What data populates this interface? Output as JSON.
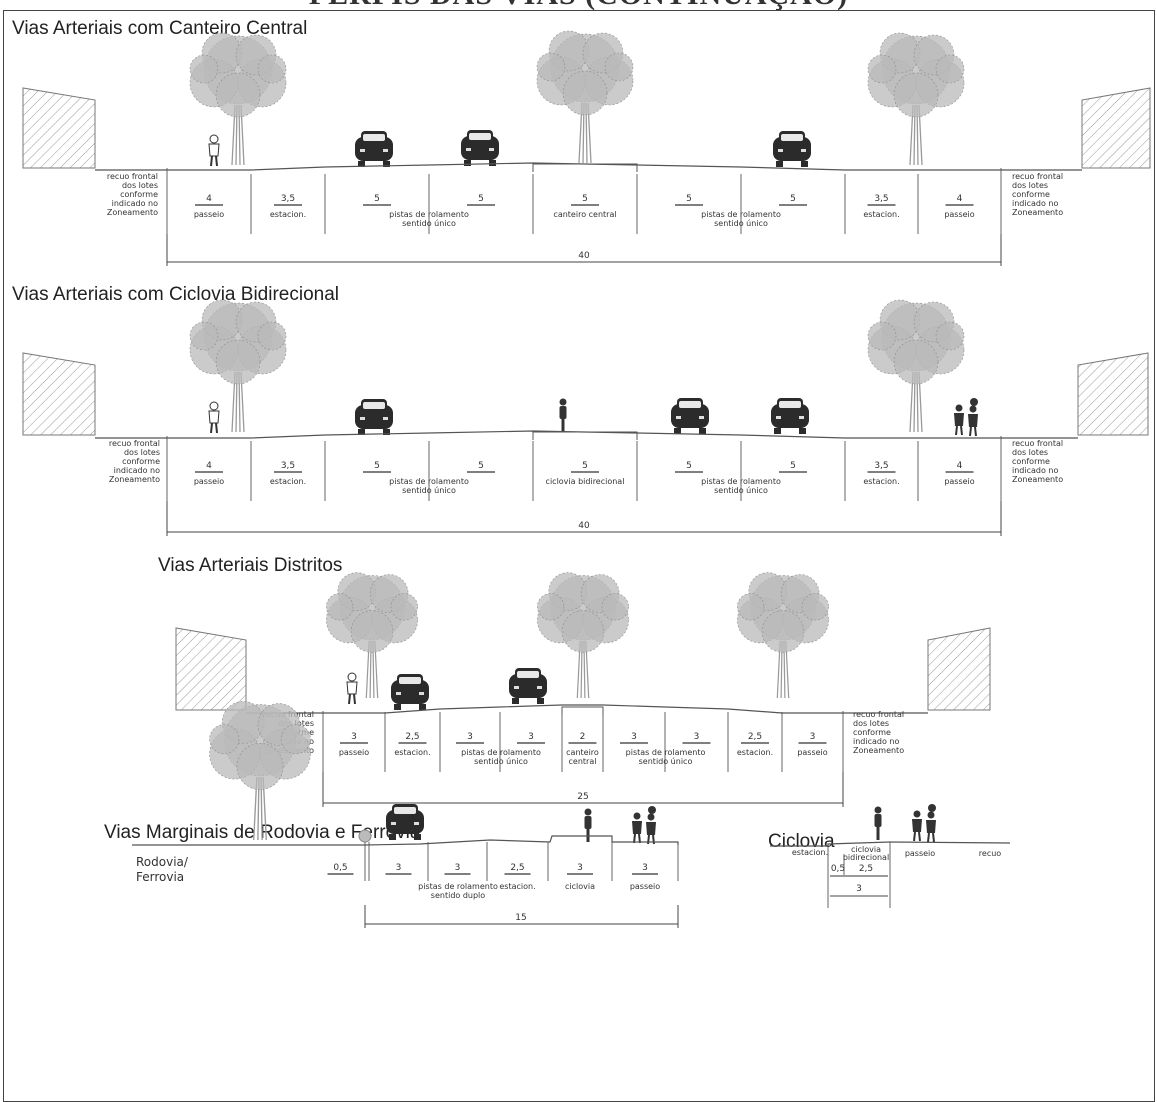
{
  "page": {
    "title": "PERFIS DAS VIAS (CONTINUAÇÃO)"
  },
  "sections": [
    {
      "heading": "Vias Arteriais com Canteiro Central",
      "recuo_left": [
        "recuo frontal",
        "dos lotes",
        "conforme",
        "indicado no",
        "Zoneamento"
      ],
      "recuo_right": [
        "recuo frontal",
        "dos lotes",
        "conforme",
        "indicado no",
        "Zoneamento"
      ],
      "segments": [
        {
          "value": "4",
          "label": [
            "passeio"
          ]
        },
        {
          "value": "3,5",
          "label": [
            "estacion."
          ]
        },
        {
          "value": "5",
          "label": []
        },
        {
          "value": "5",
          "label": []
        },
        {
          "value": "5",
          "label": [
            "canteiro central"
          ]
        },
        {
          "value": "5",
          "label": []
        },
        {
          "value": "5",
          "label": []
        },
        {
          "value": "3,5",
          "label": [
            "estacion."
          ]
        },
        {
          "value": "4",
          "label": [
            "passeio"
          ]
        }
      ],
      "span_labels": [
        {
          "text": [
            "pistas de rolamento",
            "sentido único"
          ]
        },
        {
          "text": [
            "pistas de rolamento",
            "sentido único"
          ]
        }
      ],
      "total": "40",
      "icons": [
        "tree-icon",
        "tree-icon",
        "tree-icon",
        "car-icon",
        "car-icon",
        "car-icon",
        "pedestrian-icon",
        "building-icon",
        "building-icon"
      ]
    },
    {
      "heading": "Vias Arteriais com Ciclovia Bidirecional",
      "recuo_left": [
        "recuo frontal",
        "dos lotes",
        "conforme",
        "indicado no",
        "Zoneamento"
      ],
      "recuo_right": [
        "recuo frontal",
        "dos lotes",
        "conforme",
        "indicado no",
        "Zoneamento"
      ],
      "segments": [
        {
          "value": "4",
          "label": [
            "passeio"
          ]
        },
        {
          "value": "3,5",
          "label": [
            "estacion."
          ]
        },
        {
          "value": "5",
          "label": []
        },
        {
          "value": "5",
          "label": []
        },
        {
          "value": "5",
          "label": [
            "ciclovia bidirecional"
          ]
        },
        {
          "value": "5",
          "label": []
        },
        {
          "value": "5",
          "label": []
        },
        {
          "value": "3,5",
          "label": [
            "estacion."
          ]
        },
        {
          "value": "4",
          "label": [
            "passeio"
          ]
        }
      ],
      "span_labels": [
        {
          "text": [
            "pistas de rolamento",
            "sentido único"
          ]
        },
        {
          "text": [
            "pistas de rolamento",
            "sentido único"
          ]
        }
      ],
      "total": "40",
      "icons": [
        "tree-icon",
        "tree-icon",
        "car-icon",
        "car-icon",
        "car-icon",
        "cyclist-icon",
        "pedestrian-icon",
        "pedestrians-icon",
        "building-icon",
        "building-icon"
      ]
    },
    {
      "heading": "Vias Arteriais Distritos",
      "recuo_left": [
        "recuo frontal",
        "dos lotes",
        "conforme",
        "indicado no",
        "Zoneamento"
      ],
      "recuo_right": [
        "recuo frontal",
        "dos lotes",
        "conforme",
        "indicado no",
        "Zoneamento"
      ],
      "segments": [
        {
          "value": "3",
          "label": [
            "passeio"
          ]
        },
        {
          "value": "2,5",
          "label": [
            "estacion."
          ]
        },
        {
          "value": "3",
          "label": []
        },
        {
          "value": "3",
          "label": []
        },
        {
          "value": "2",
          "label": [
            "canteiro",
            "central"
          ]
        },
        {
          "value": "3",
          "label": []
        },
        {
          "value": "3",
          "label": []
        },
        {
          "value": "2,5",
          "label": [
            "estacion."
          ]
        },
        {
          "value": "3",
          "label": [
            "passeio"
          ]
        }
      ],
      "span_labels": [
        {
          "text": [
            "pistas de rolamento",
            "sentido único"
          ]
        },
        {
          "text": [
            "pistas de rolamento",
            "sentido único"
          ]
        }
      ],
      "total": "25",
      "icons": [
        "tree-icon",
        "tree-icon",
        "tree-icon",
        "car-icon",
        "car-icon",
        "pedestrian-icon",
        "building-icon",
        "building-icon"
      ]
    },
    {
      "heading": "Vias Marginais de Rodovia e Ferrovia",
      "side_label": [
        "Rodovia/",
        "Ferrovia"
      ],
      "segments": [
        {
          "value": "0,5",
          "label": []
        },
        {
          "value": "3",
          "label": []
        },
        {
          "value": "3",
          "label": []
        },
        {
          "value": "2,5",
          "label": [
            "estacion."
          ]
        },
        {
          "value": "3",
          "label": [
            "ciclovia"
          ]
        },
        {
          "value": "3",
          "label": [
            "passeio"
          ]
        }
      ],
      "span_labels": [
        {
          "text": [
            "pistas de rolamento",
            "sentido duplo"
          ]
        }
      ],
      "total": "15",
      "icons": [
        "tree-icon",
        "bush-icon",
        "car-icon",
        "cyclist-icon",
        "pedestrians-icon"
      ]
    },
    {
      "heading": "Ciclovia",
      "labels": {
        "estacion": "estacion.",
        "ciclovia": [
          "ciclovia",
          "bidirecional"
        ],
        "passeio": "passeio",
        "recuo": "recuo"
      },
      "values": [
        "0,5",
        "2,5"
      ],
      "total": "3",
      "icons": [
        "cyclist-icon",
        "pedestrians-icon"
      ]
    }
  ]
}
